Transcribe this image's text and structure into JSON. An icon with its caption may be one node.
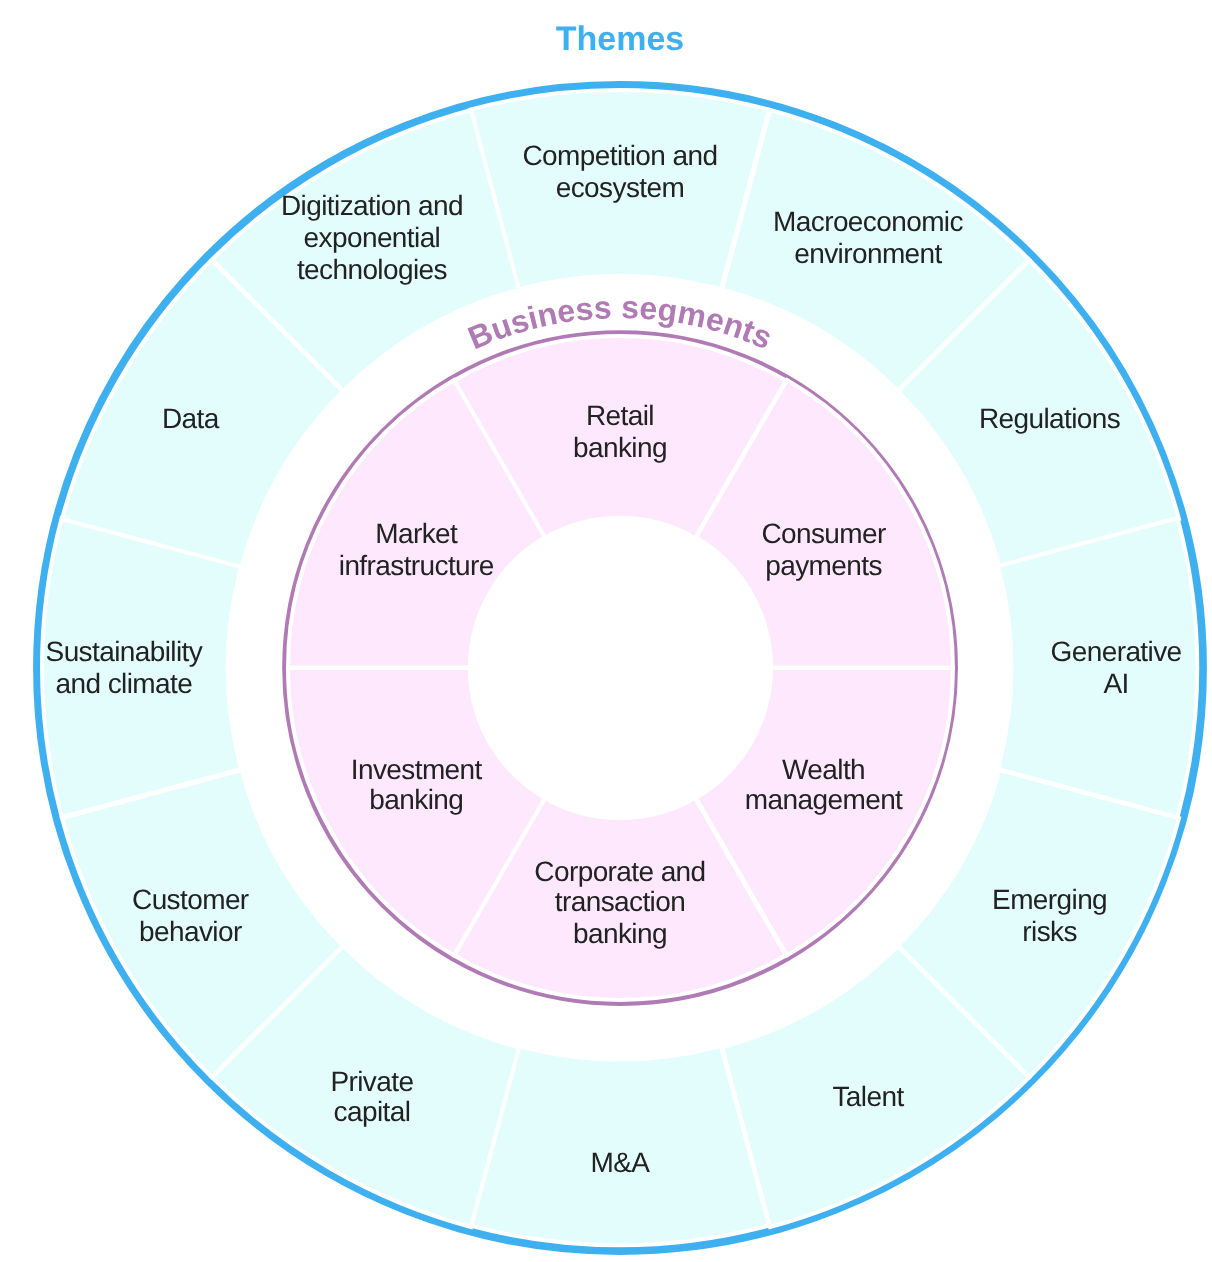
{
  "diagram": {
    "nodes": [
      {
        "text": [
          "Themes"
        ]
      },
      {
        "text": [
          "Competition and ecosystem"
        ],
        "in": 0
      },
      {
        "text": [
          "Macroeconomic environment"
        ],
        "in": 0
      },
      {
        "text": [
          "Regulations"
        ],
        "in": 0
      },
      {
        "text": [
          "Generative AI"
        ],
        "in": 0
      },
      {
        "text": [
          "Emerging risks"
        ],
        "in": 0
      },
      {
        "text": [
          "Talent"
        ],
        "in": 0
      },
      {
        "text": [
          "M&A"
        ],
        "in": 0
      },
      {
        "text": [
          "Private capital"
        ],
        "in": 0
      },
      {
        "text": [
          "Customer behavior"
        ],
        "in": 0
      },
      {
        "text": [
          "Sustainability and climate"
        ],
        "in": 0
      },
      {
        "text": [
          "Data"
        ],
        "in": 0
      },
      {
        "text": [
          "Digitization and exponential technologies"
        ],
        "in": 0
      },
      {
        "text": [
          "Business segments"
        ],
        "in": 0
      },
      {
        "text": [
          "Retail banking"
        ],
        "in": 13
      },
      {
        "text": [
          "Consumer payments"
        ],
        "in": 13
      },
      {
        "text": [
          "Wealth management"
        ],
        "in": 13
      },
      {
        "text": [
          "Corporate and transaction banking"
        ],
        "in": 13
      },
      {
        "text": [
          "Investment banking"
        ],
        "in": 13
      },
      {
        "text": [
          "Market infrastructure"
        ],
        "in": 13
      }
    ],
    "edges": []
  }
}
